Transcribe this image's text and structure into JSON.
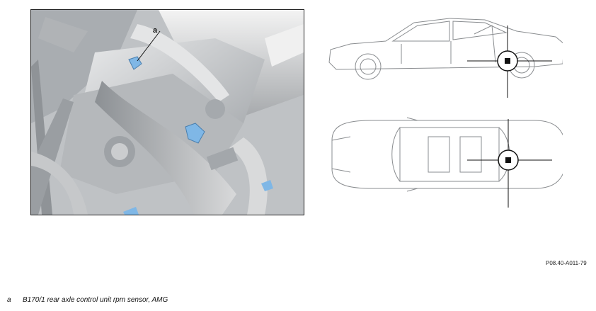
{
  "photo": {
    "callout_label": "a"
  },
  "figure": {
    "reference_code": "P08.40-A011-79"
  },
  "legend": {
    "items": [
      {
        "key": "a",
        "text": "B170/1 rear axle control unit rpm sensor, AMG"
      }
    ]
  },
  "colors": {
    "highlight": "#7fb7e6",
    "line_art": "#8a8d90",
    "marker": "#111111"
  }
}
